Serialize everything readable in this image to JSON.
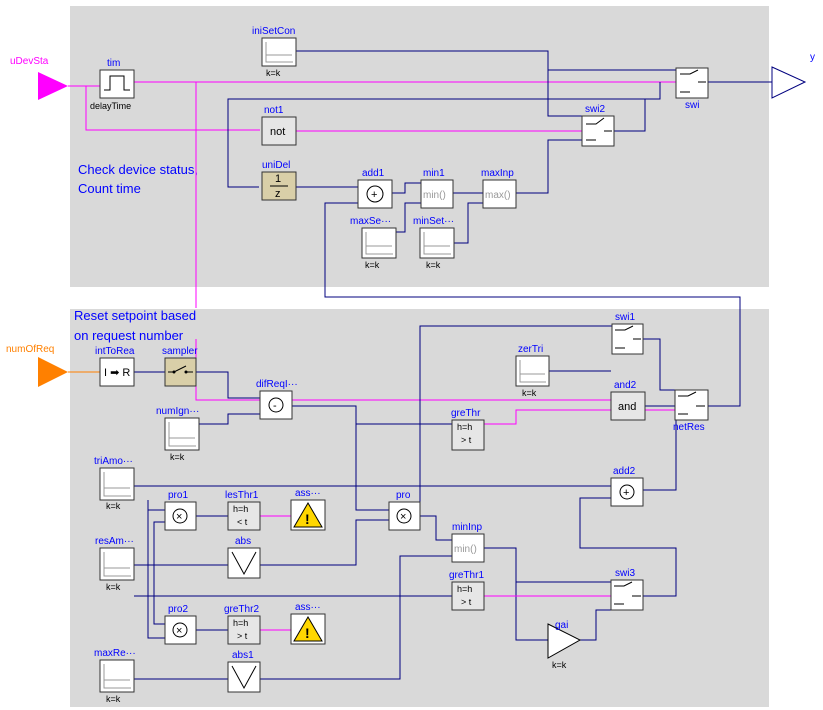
{
  "inputs": {
    "udevsta": "uDevSta",
    "numofreq": "numOfReq"
  },
  "output": {
    "y": "y"
  },
  "notes": {
    "top_line1": "Check device status,",
    "top_line2": "Count time",
    "bottom_line1": "Reset setpoint based",
    "bottom_line2": "on request number"
  },
  "blocks": {
    "tim": {
      "name": "tim",
      "sub": "delayTime"
    },
    "iniSetCon": {
      "name": "iniSetCon",
      "param": "k=k"
    },
    "not1": {
      "name": "not1",
      "text": "not"
    },
    "uniDel": {
      "name": "uniDel",
      "num": "1",
      "den": "z"
    },
    "add1": {
      "name": "add1",
      "text": "+"
    },
    "min1": {
      "name": "min1",
      "text": "min()"
    },
    "maxInp": {
      "name": "maxInp",
      "text": "max()"
    },
    "maxSe": {
      "name": "maxSe···",
      "param": "k=k"
    },
    "minSet": {
      "name": "minSet···",
      "param": "k=k"
    },
    "swi2": {
      "name": "swi2"
    },
    "swi": {
      "name": "swi"
    },
    "intToRea": {
      "name": "intToRea",
      "text": "I ➡ R"
    },
    "sampler": {
      "name": "sampler"
    },
    "difReqI": {
      "name": "difReqI···",
      "text": "-"
    },
    "numIgn": {
      "name": "numIgn···",
      "param": "k=k"
    },
    "zerTri": {
      "name": "zerTri",
      "param": "k=k"
    },
    "swi1": {
      "name": "swi1"
    },
    "and2": {
      "name": "and2",
      "text": "and"
    },
    "netRes": {
      "name": "netRes"
    },
    "greThr": {
      "name": "greThr",
      "top": "h=h",
      "bottom": "> t"
    },
    "triAmo": {
      "name": "triAmo···",
      "param": "k=k"
    },
    "pro1": {
      "name": "pro1",
      "text": "×"
    },
    "lesThr1": {
      "name": "lesThr1",
      "top": "h=h",
      "bottom": "< t"
    },
    "ass1": {
      "name": "ass···"
    },
    "pro": {
      "name": "pro",
      "text": "×"
    },
    "add2": {
      "name": "add2",
      "text": "+"
    },
    "resAm": {
      "name": "resAm···",
      "param": "k=k"
    },
    "abs": {
      "name": "abs"
    },
    "minInp": {
      "name": "minInp",
      "text": "min()"
    },
    "greThr1": {
      "name": "greThr1",
      "top": "h=h",
      "bottom": "> t"
    },
    "swi3": {
      "name": "swi3"
    },
    "pro2": {
      "name": "pro2",
      "text": "×"
    },
    "greThr2": {
      "name": "greThr2",
      "top": "h=h",
      "bottom": "> t"
    },
    "ass2": {
      "name": "ass···"
    },
    "gai": {
      "name": "gai",
      "param": "k=k"
    },
    "maxRe": {
      "name": "maxRe···",
      "param": "k=k"
    },
    "abs1": {
      "name": "abs1"
    }
  },
  "colors": {
    "background_panel": "#d9d9d9",
    "real_signal": "#00007f",
    "boolean_signal": "#ff00ff",
    "integer_signal": "#ff8000",
    "label": "#0000ff"
  }
}
